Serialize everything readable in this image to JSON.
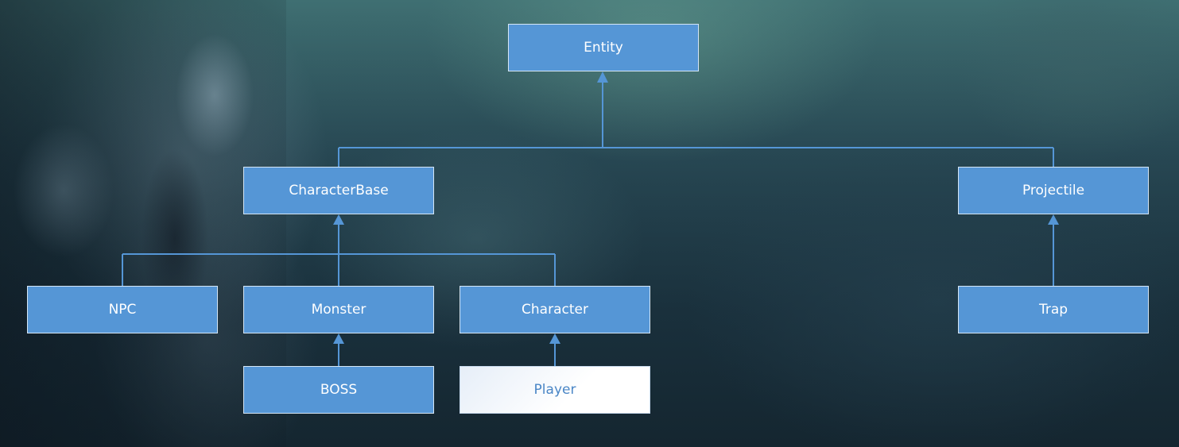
{
  "diagram": {
    "nodes": {
      "entity": "Entity",
      "character_base": "CharacterBase",
      "projectile": "Projectile",
      "npc": "NPC",
      "monster": "Monster",
      "character": "Character",
      "trap": "Trap",
      "boss": "BOSS",
      "player": "Player"
    },
    "edges": [
      {
        "from": "CharacterBase",
        "to": "Entity",
        "type": "inheritance"
      },
      {
        "from": "Projectile",
        "to": "Entity",
        "type": "inheritance"
      },
      {
        "from": "NPC",
        "to": "CharacterBase",
        "type": "inheritance"
      },
      {
        "from": "Monster",
        "to": "CharacterBase",
        "type": "inheritance"
      },
      {
        "from": "Character",
        "to": "CharacterBase",
        "type": "inheritance"
      },
      {
        "from": "Trap",
        "to": "Projectile",
        "type": "inheritance"
      },
      {
        "from": "BOSS",
        "to": "Monster",
        "type": "inheritance"
      },
      {
        "from": "Player",
        "to": "Character",
        "type": "inheritance"
      }
    ],
    "selected": "Player"
  },
  "colors": {
    "node_fill": "#5596d6",
    "node_border": "#d5e6f5",
    "connector": "#5596d6",
    "selected_fill": "#ffffff",
    "selected_text": "#4a86c6"
  }
}
